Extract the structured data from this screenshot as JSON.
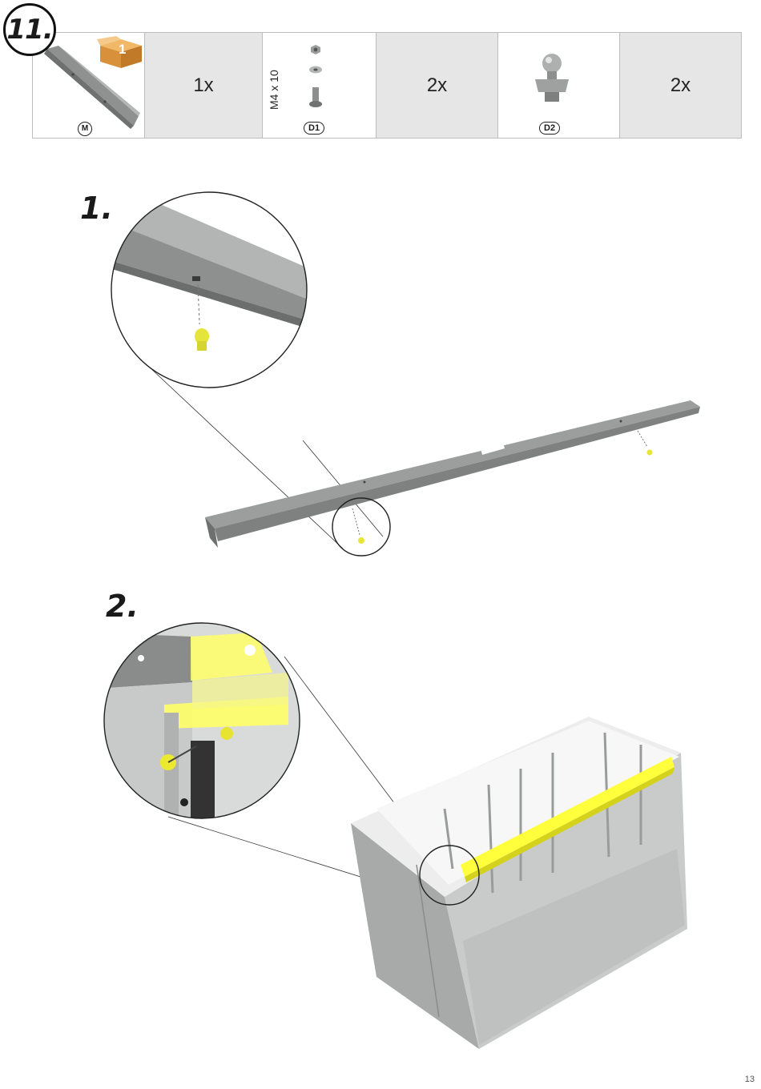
{
  "step": {
    "number": "11."
  },
  "parts": {
    "box_number": "1",
    "rail": {
      "label": "M",
      "qty": "1x"
    },
    "screw_set": {
      "spec": "M4 x 10",
      "label": "D1",
      "qty": "2x"
    },
    "ball_stud": {
      "label": "D2",
      "qty": "2x"
    }
  },
  "substeps": [
    {
      "number": "1."
    },
    {
      "number": "2."
    }
  ],
  "colors": {
    "highlight": "#ffff3c",
    "metal": "#8f9191",
    "grey_cell": "#e6e6e6"
  },
  "page": {
    "number": "13"
  }
}
